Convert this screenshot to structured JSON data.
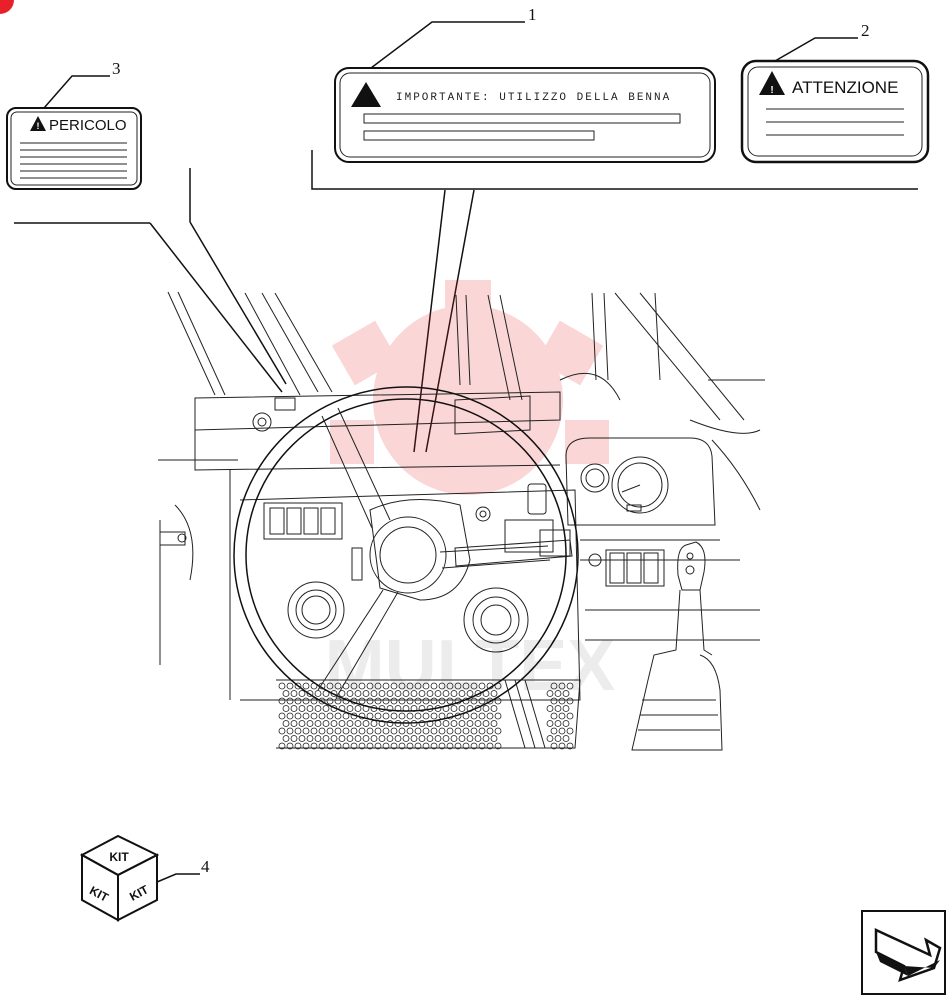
{
  "labels": {
    "pericolo": {
      "callout": "3",
      "title": "PERICOLO"
    },
    "importante": {
      "callout": "1",
      "text": "IMPORTANTE: UTILIZZO  DELLA BENNA"
    },
    "attenzione": {
      "callout": "2",
      "title": "ATTENZIONE"
    }
  },
  "kit": {
    "callout": "4",
    "faces": [
      "KIT",
      "KIT",
      "KIT"
    ]
  },
  "watermark": {
    "text": "MULTEX",
    "color": "#e8202a"
  },
  "nav": {
    "icon": "next-page-arrow-icon"
  },
  "colors": {
    "ink": "#111111",
    "corner_dot": "#e8202a"
  }
}
